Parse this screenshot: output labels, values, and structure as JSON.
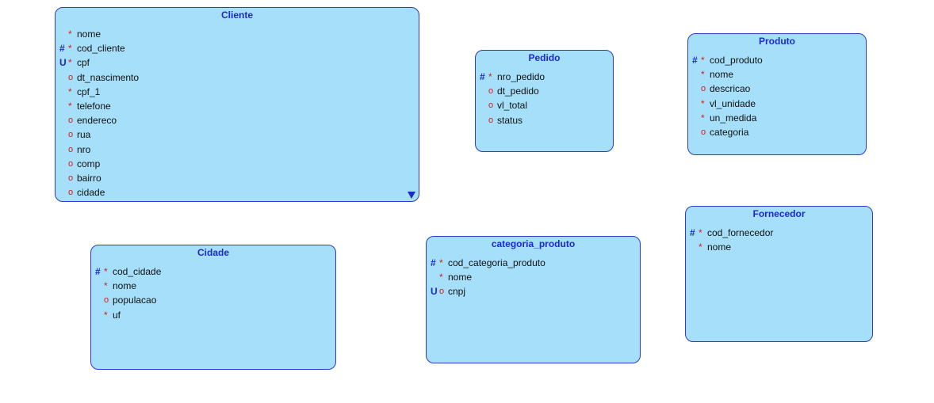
{
  "entities": [
    {
      "id": "cliente",
      "title": "Cliente",
      "more_indicator": true,
      "attributes": [
        {
          "key": "",
          "mark": "*",
          "name": "nome"
        },
        {
          "key": "#",
          "mark": "*",
          "name": "cod_cliente"
        },
        {
          "key": "U",
          "mark": "*",
          "name": "cpf"
        },
        {
          "key": "",
          "mark": "o",
          "name": "dt_nascimento"
        },
        {
          "key": "",
          "mark": "*",
          "name": "cpf_1"
        },
        {
          "key": "",
          "mark": "*",
          "name": "telefone"
        },
        {
          "key": "",
          "mark": "o",
          "name": "endereco"
        },
        {
          "key": "",
          "mark": "o",
          "name": "rua"
        },
        {
          "key": "",
          "mark": "o",
          "name": "nro"
        },
        {
          "key": "",
          "mark": "o",
          "name": "comp"
        },
        {
          "key": "",
          "mark": "o",
          "name": "bairro"
        },
        {
          "key": "",
          "mark": "o",
          "name": "cidade"
        }
      ]
    },
    {
      "id": "pedido",
      "title": "Pedido",
      "attributes": [
        {
          "key": "#",
          "mark": "*",
          "name": "nro_pedido"
        },
        {
          "key": "",
          "mark": "o",
          "name": "dt_pedido"
        },
        {
          "key": "",
          "mark": "o",
          "name": "vl_total"
        },
        {
          "key": "",
          "mark": "o",
          "name": "status"
        }
      ]
    },
    {
      "id": "produto",
      "title": "Produto",
      "attributes": [
        {
          "key": "#",
          "mark": "*",
          "name": "cod_produto"
        },
        {
          "key": "",
          "mark": "*",
          "name": "nome"
        },
        {
          "key": "",
          "mark": "o",
          "name": "descricao"
        },
        {
          "key": "",
          "mark": "*",
          "name": "vl_unidade"
        },
        {
          "key": "",
          "mark": "*",
          "name": "un_medida"
        },
        {
          "key": "",
          "mark": "o",
          "name": "categoria"
        }
      ]
    },
    {
      "id": "fornecedor",
      "title": "Fornecedor",
      "attributes": [
        {
          "key": "#",
          "mark": "*",
          "name": "cod_fornecedor"
        },
        {
          "key": "",
          "mark": "*",
          "name": "nome"
        }
      ]
    },
    {
      "id": "cidade",
      "title": "Cidade",
      "attributes": [
        {
          "key": "#",
          "mark": "*",
          "name": "cod_cidade"
        },
        {
          "key": "",
          "mark": "*",
          "name": "nome"
        },
        {
          "key": "",
          "mark": "o",
          "name": "populacao"
        },
        {
          "key": "",
          "mark": "*",
          "name": "uf"
        }
      ]
    },
    {
      "id": "categoria-produto",
      "title": "categoria_produto",
      "attributes": [
        {
          "key": "#",
          "mark": "*",
          "name": "cod_categoria_produto"
        },
        {
          "key": "",
          "mark": "*",
          "name": "nome"
        },
        {
          "key": "U",
          "mark": "o",
          "name": "cnpj"
        }
      ]
    }
  ]
}
